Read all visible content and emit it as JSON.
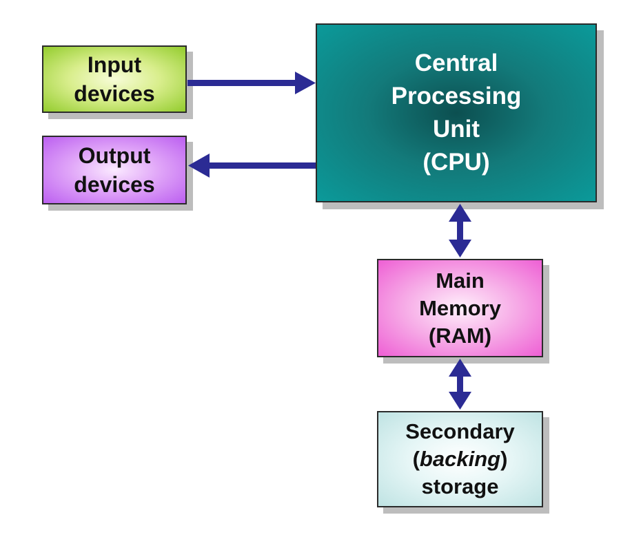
{
  "colors": {
    "arrow": "#2b2b94",
    "input_box": "#a8d43c",
    "output_box": "#c978f4",
    "cpu_box": "#0f8a8a",
    "ram_box": "#f07bdd",
    "storage_box": "#cdeaea"
  },
  "nodes": {
    "input": {
      "line1": "Input",
      "line2": "devices"
    },
    "output": {
      "line1": "Output",
      "line2": "devices"
    },
    "cpu": {
      "line1": "Central",
      "line2": "Processing",
      "line3": "Unit",
      "line4": "(CPU)"
    },
    "ram": {
      "line1": "Main",
      "line2": "Memory",
      "line3": "(RAM)"
    },
    "storage": {
      "line1": "Secondary",
      "paren_open": "(",
      "italic_word": "backing",
      "paren_close": ")",
      "line3": "storage"
    }
  },
  "edges": [
    {
      "from": "input",
      "to": "cpu",
      "direction": "one-way"
    },
    {
      "from": "cpu",
      "to": "output",
      "direction": "one-way"
    },
    {
      "from": "cpu",
      "to": "ram",
      "direction": "two-way"
    },
    {
      "from": "ram",
      "to": "storage",
      "direction": "two-way"
    }
  ]
}
